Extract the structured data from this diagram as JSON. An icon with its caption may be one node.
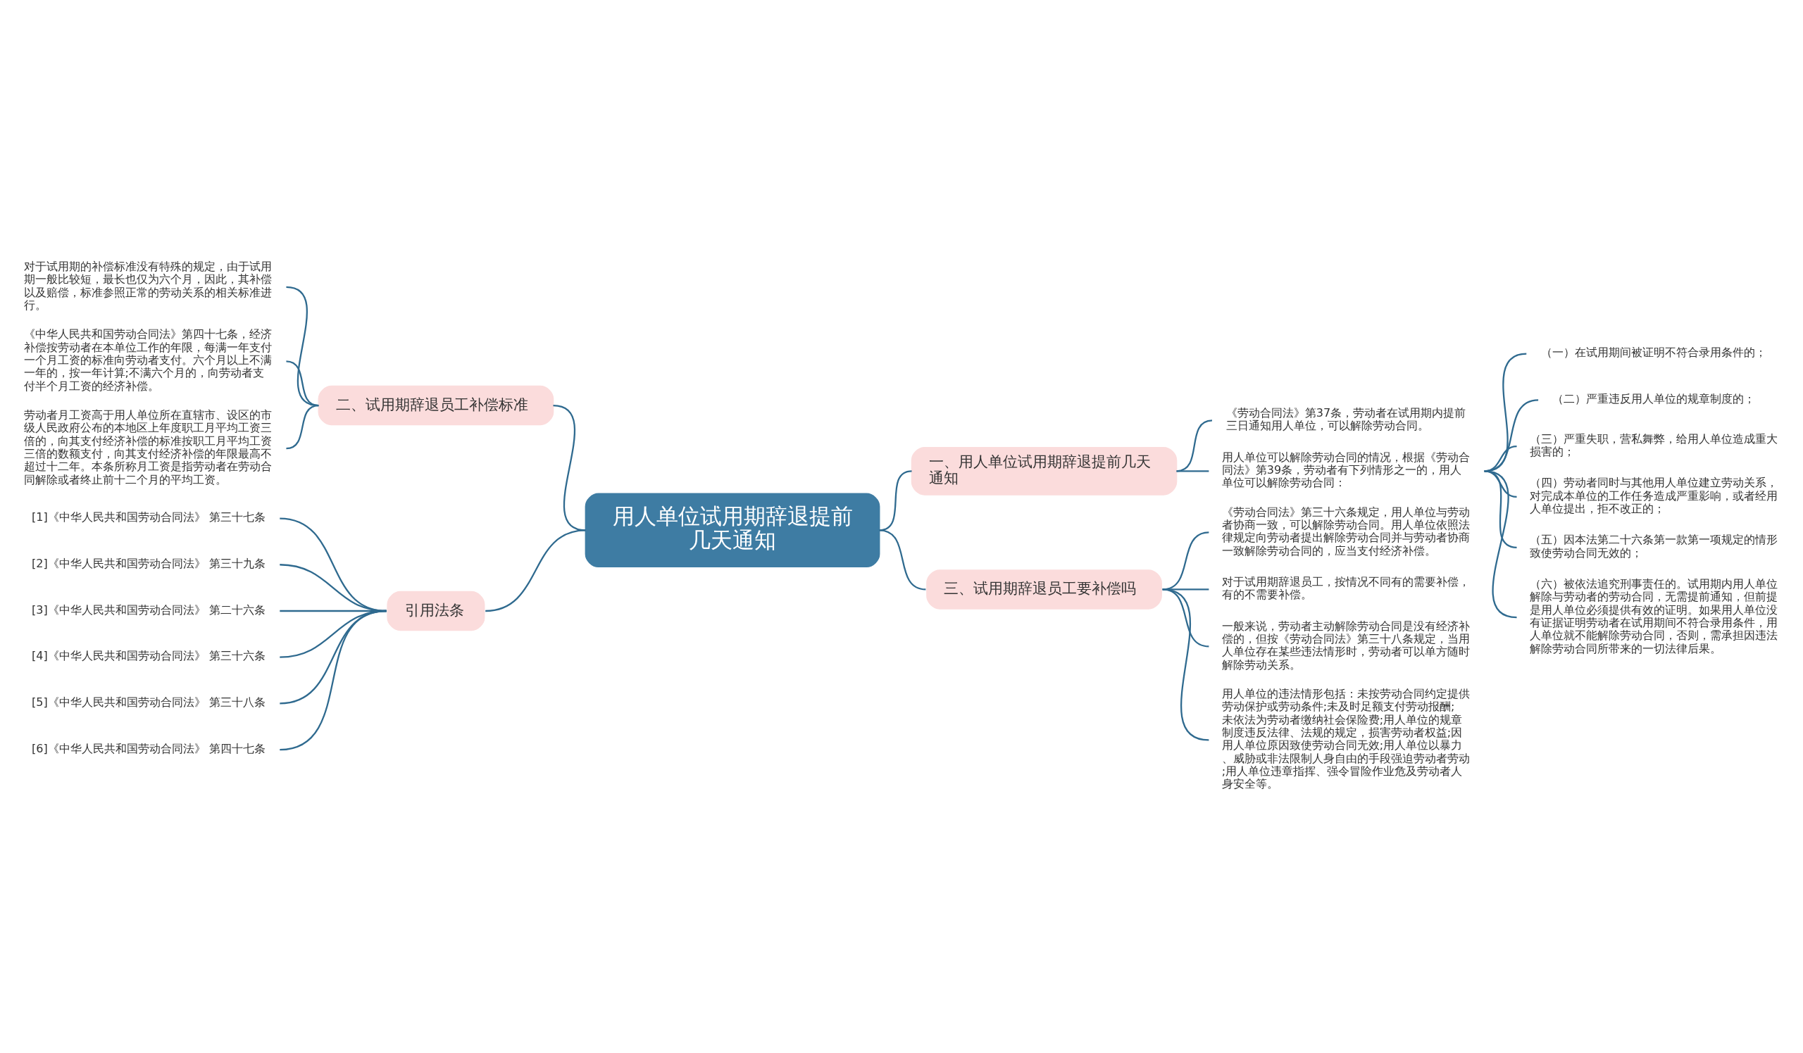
{
  "diagram": {
    "nodes": [
      {
        "text": [
          "用人单位试用期辞退提前几天通知"
        ]
      },
      {
        "text": [
          "一、用人单位试用期辞退提前几天通知"
        ]
      },
      {
        "text": [
          "《劳动合同法》第37条，劳动者在试用期内提前三日通知用人单位，可以解除劳动合同。"
        ]
      },
      {
        "text": [
          "用人单位可以解除劳动合同的情况，根据《劳动合同法》第39条，劳动者有下列情形之一的，用人单位可以解除劳动合同："
        ]
      },
      {
        "text": [
          "（一）在试用期间被证明不符合录用条件的；"
        ]
      },
      {
        "text": [
          "（二）严重违反用人单位的规章制度的；"
        ]
      },
      {
        "text": [
          "（三）严重失职，营私舞弊，给用人单位造成重大损害的；"
        ]
      },
      {
        "text": [
          "（四）劳动者同时与其他用人单位建立劳动关系，对完成本单位的工作任务造成严重影响，或者经用人单位提出，拒不改正的；"
        ]
      },
      {
        "text": [
          "（五）因本法第二十六条第一款第一项规定的情形致使劳动合同无效的；"
        ]
      },
      {
        "text": [
          "（六）被依法追究刑事责任的。试用期内用人单位解除与劳动者的劳动合同，无需提前通知，但前提是用人单位必须提供有效的证明。如果用人单位没有证据证明劳动者在试用期间不符合录用条件，用人单位就不能解除劳动合同，否则，需承担因违法解除劳动合同所带来的一切法律后果。"
        ]
      },
      {
        "text": [
          "二、试用期辞退员工补偿标准"
        ]
      },
      {
        "text": [
          "对于试用期的补偿标准没有特殊的规定，由于试用期一般比较短，最长也仅为六个月，因此，其补偿以及赔偿，标准参照正常的劳动关系的相关标准进行。"
        ]
      },
      {
        "text": [
          "《中华人民共和国劳动合同法》第四十七条，经济补偿按劳动者在本单位工作的年限，每满一年支付一个月工资的标准向劳动者支付。六个月以上不满一年的，按一年计算;不满六个月的，向劳动者支付半个月工资的经济补偿。"
        ]
      },
      {
        "text": [
          "劳动者月工资高于用人单位所在直辖市、设区的市级人民政府公布的本地区上年度职工月平均工资三倍的，向其支付经济补偿的标准按职工月平均工资三倍的数额支付，向其支付经济补偿的年限最高不超过十二年。本条所称月工资是指劳动者在劳动合同解除或者终止前十二个月的平均工资。"
        ]
      },
      {
        "text": [
          "引用法条"
        ]
      },
      {
        "text": [
          "[1]《中华人民共和国劳动合同法》 第三十七条"
        ]
      },
      {
        "text": [
          "[2]《中华人民共和国劳动合同法》 第三十九条"
        ]
      },
      {
        "text": [
          "[3]《中华人民共和国劳动合同法》 第二十六条"
        ]
      },
      {
        "text": [
          "[4]《中华人民共和国劳动合同法》 第三十六条"
        ]
      },
      {
        "text": [
          "[5]《中华人民共和国劳动合同法》 第三十八条"
        ]
      },
      {
        "text": [
          "[6]《中华人民共和国劳动合同法》 第四十七条"
        ]
      },
      {
        "text": [
          "三、试用期辞退员工要补偿吗"
        ]
      },
      {
        "text": [
          "《劳动合同法》第三十六条规定，用人单位与劳动者协商一致，可以解除劳动合同。用人单位依照法律规定向劳动者提出解除劳动合同并与劳动者协商一致解除劳动合同的，应当支付经济补偿。"
        ]
      },
      {
        "text": [
          "对于试用期辞退员工，按情况不同有的需要补偿，有的不需要补偿。"
        ]
      },
      {
        "text": [
          "一般来说，劳动者主动解除劳动合同是没有经济补偿的，但按《劳动合同法》第三十八条规定，当用人单位存在某些违法情形时，劳动者可以单方随时解除劳动关系。"
        ]
      },
      {
        "text": [
          "用人单位的违法情形包括：未按劳动合同约定提供劳动保护或劳动条件;未及时足额支付劳动报酬;未依法为劳动者缴纳社会保险费;用人单位的规章制度违反法律、法规的规定，损害劳动者权益;因用人单位原因致使劳动合同无效;用人单位以暴力、威胁或非法限制人身自由的手段强迫劳动者劳动;用人单位违章指挥、强令冒险作业危及劳动者人身安全等。"
        ]
      }
    ],
    "edges": [
      {
        "from": 0,
        "to": 1,
        "arrow": "none"
      },
      {
        "from": 1,
        "to": 2,
        "arrow": "none"
      },
      {
        "from": 1,
        "to": 3,
        "arrow": "none"
      },
      {
        "from": 3,
        "to": 4,
        "arrow": "none"
      },
      {
        "from": 3,
        "to": 5,
        "arrow": "none"
      },
      {
        "from": 3,
        "to": 6,
        "arrow": "none"
      },
      {
        "from": 3,
        "to": 7,
        "arrow": "none"
      },
      {
        "from": 3,
        "to": 8,
        "arrow": "none"
      },
      {
        "from": 3,
        "to": 9,
        "arrow": "none"
      },
      {
        "from": 0,
        "to": 10,
        "arrow": "none"
      },
      {
        "from": 10,
        "to": 11,
        "arrow": "none"
      },
      {
        "from": 10,
        "to": 12,
        "arrow": "none"
      },
      {
        "from": 10,
        "to": 13,
        "arrow": "none"
      },
      {
        "from": 0,
        "to": 14,
        "arrow": "none"
      },
      {
        "from": 14,
        "to": 15,
        "arrow": "none"
      },
      {
        "from": 14,
        "to": 16,
        "arrow": "none"
      },
      {
        "from": 14,
        "to": 17,
        "arrow": "none"
      },
      {
        "from": 14,
        "to": 18,
        "arrow": "none"
      },
      {
        "from": 14,
        "to": 19,
        "arrow": "none"
      },
      {
        "from": 14,
        "to": 20,
        "arrow": "none"
      },
      {
        "from": 0,
        "to": 21,
        "arrow": "none"
      },
      {
        "from": 21,
        "to": 22,
        "arrow": "none"
      },
      {
        "from": 21,
        "to": 23,
        "arrow": "none"
      },
      {
        "from": 21,
        "to": 24,
        "arrow": "none"
      },
      {
        "from": 21,
        "to": 25,
        "arrow": "none"
      }
    ]
  }
}
